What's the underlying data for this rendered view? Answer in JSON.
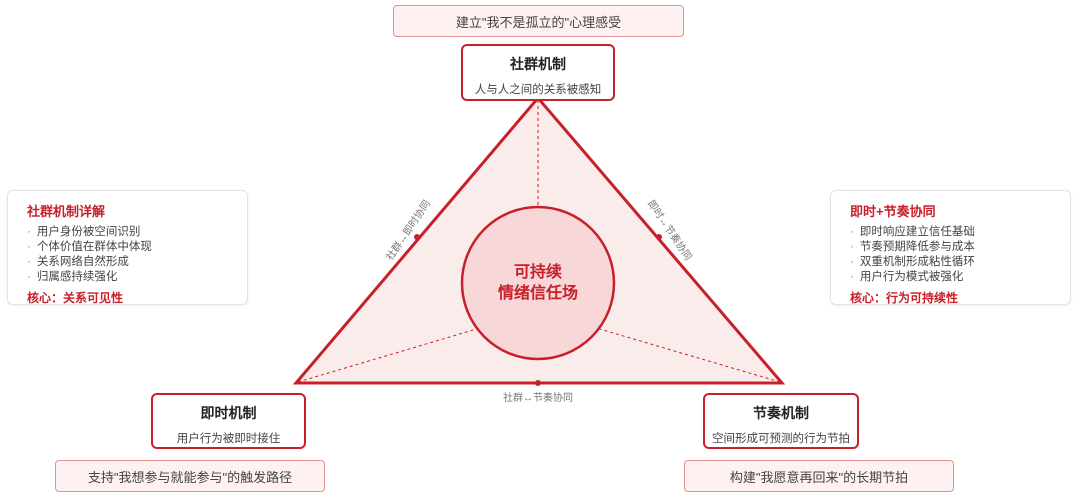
{
  "top_note": "建立\"我不是孤立的\"心理感受",
  "nodes": {
    "social": {
      "title": "社群机制",
      "subtitle": "人与人之间的关系被感知"
    },
    "instant": {
      "title": "即时机制",
      "subtitle": "用户行为被即时接住"
    },
    "rhythm": {
      "title": "节奏机制",
      "subtitle": "空间形成可预测的行为节拍"
    }
  },
  "center": {
    "line1": "可持续",
    "line2": "情绪信任场"
  },
  "edge_labels": {
    "left": "社群↔即时协同",
    "right": "即时↔节奏协同",
    "bottom": "社群↔节奏协同"
  },
  "left_card": {
    "title": "社群机制详解",
    "items": [
      "用户身份被空间识别",
      "个体价值在群体中体现",
      "关系网络自然形成",
      "归属感持续强化"
    ],
    "footer": "核心：关系可见性"
  },
  "right_card": {
    "title": "即时+节奏协同",
    "items": [
      "即时响应建立信任基础",
      "节奏预期降低参与成本",
      "双重机制形成粘性循环",
      "用户行为模式被强化"
    ],
    "footer": "核心：行为可持续性"
  },
  "bottom_left_note": "支持\"我想参与就能参与\"的触发路径",
  "bottom_right_note": "构建\"我愿意再回来\"的长期节拍",
  "colors": {
    "accent": "#c8202a",
    "fill": "#fbecec"
  }
}
